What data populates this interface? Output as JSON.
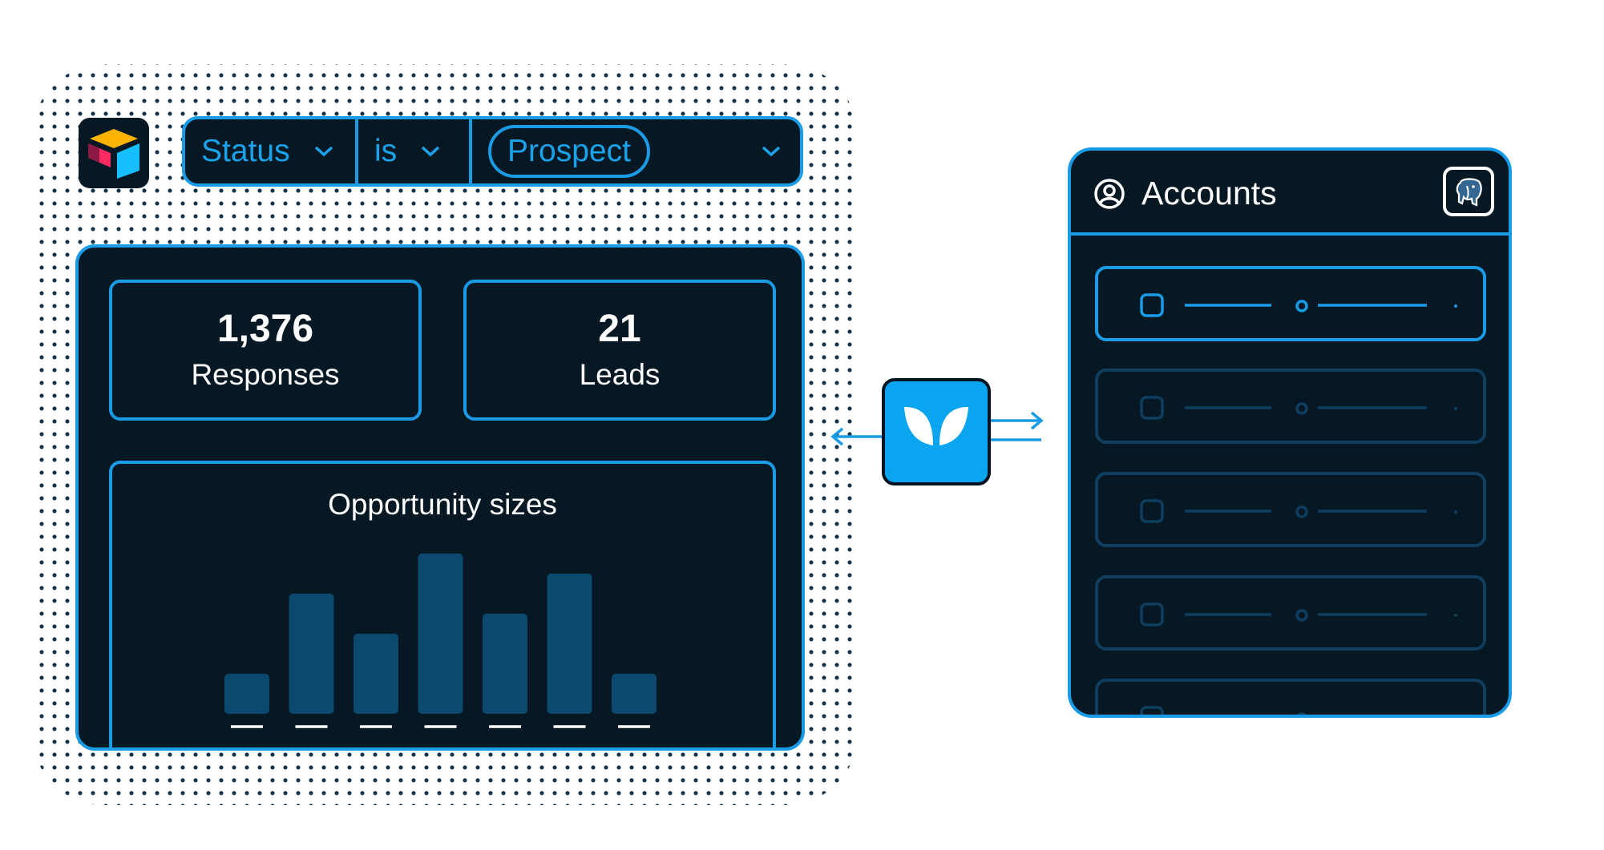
{
  "filter": {
    "field_label": "Status",
    "operator_label": "is",
    "value_label": "Prospect",
    "icons": [
      "airtable-logo",
      "chevron-down-icon"
    ]
  },
  "stats": [
    {
      "value": "1,376",
      "label": "Responses"
    },
    {
      "value": "21",
      "label": "Leads"
    }
  ],
  "chart_data": {
    "type": "bar",
    "title": "Opportunity sizes",
    "categories": [
      "—",
      "—",
      "—",
      "—",
      "—",
      "—",
      "—"
    ],
    "values": [
      2,
      6,
      4,
      8,
      5,
      7,
      2
    ],
    "ylim": [
      0,
      8
    ],
    "bar_color": "#0b4a6e",
    "tick_color": "#ffffff"
  },
  "accounts": {
    "title": "Accounts",
    "icons": [
      "user-circle-icon",
      "postgres-elephant-icon"
    ],
    "rows": [
      {
        "state": "active"
      },
      {
        "state": "dim"
      },
      {
        "state": "dim"
      },
      {
        "state": "dim"
      },
      {
        "state": "dim"
      }
    ]
  },
  "connector": {
    "icon": "connector-logo-icon"
  },
  "colors": {
    "accent": "#1a9be6",
    "panel": "#051824",
    "dot": "#14334a",
    "connector_fill": "#0aa5f0"
  }
}
